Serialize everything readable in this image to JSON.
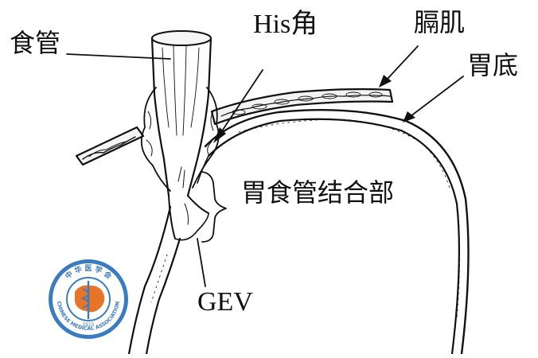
{
  "labels": {
    "esophagus": "食管",
    "his_angle": "His角",
    "diaphragm": "膈肌",
    "fundus": "胃底",
    "gej": "胃食管结合部",
    "gev": "GEV"
  },
  "logo": {
    "top_text": "中 华 医 学 会",
    "bottom_text": "CHINESE MEDICAL ASSOCIATION",
    "year": "1915"
  },
  "colors": {
    "ink": "#111111",
    "logo_blue": "#3b7bbf",
    "logo_orange": "#e8742a"
  }
}
